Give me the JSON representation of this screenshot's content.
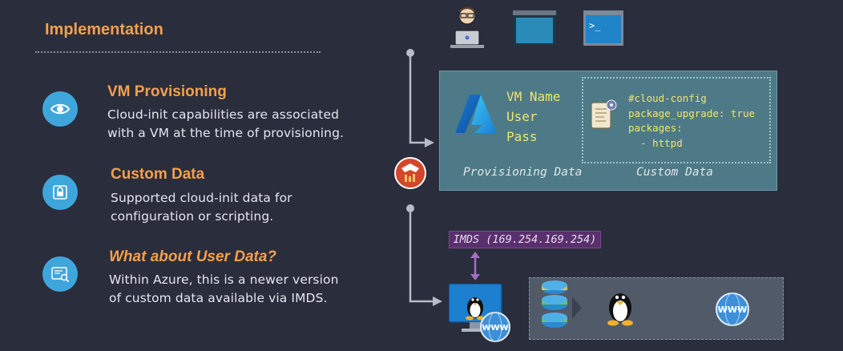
{
  "heading": "Implementation",
  "items": [
    {
      "icon": "eye-icon",
      "title": "VM Provisioning",
      "desc_lines": [
        "Cloud-init capabilities are associated",
        "with a VM at the time of provisioning."
      ]
    },
    {
      "icon": "lock-icon",
      "title": "Custom Data",
      "desc_lines": [
        "Supported cloud-init data for",
        "configuration or scripting."
      ]
    },
    {
      "icon": "data-search-icon",
      "title": "What about User Data?",
      "desc_lines": [
        "Within Azure, this is a newer version",
        "of custom data available via IMDS."
      ]
    }
  ],
  "diagram": {
    "vm_fields": [
      "VM Name",
      "User",
      "Pass"
    ],
    "cloud_config": [
      "#cloud-config",
      "package_upgrade: true",
      "packages:",
      "  - httpd"
    ],
    "provisioning_caption": "Provisioning Data",
    "custom_caption": "Custom Data",
    "imds_label": "IMDS (169.254.169.254)",
    "www_label": "WWW",
    "icons": [
      "developer-icon",
      "portal-window-icon",
      "terminal-window-icon",
      "azure-logo-icon",
      "config-scroll-icon",
      "cloud-init-icon",
      "linux-vm-icon",
      "disk-stack-icon",
      "tux-icon",
      "www-globe-icon"
    ]
  },
  "colors": {
    "background": "#2a2d3b",
    "accent_orange": "#f4a04a",
    "icon_blue": "#3fa6dc",
    "panel_teal": "#4d7a86",
    "config_yellow": "#f1e56d",
    "imds_purple": "#5a2f6d"
  }
}
